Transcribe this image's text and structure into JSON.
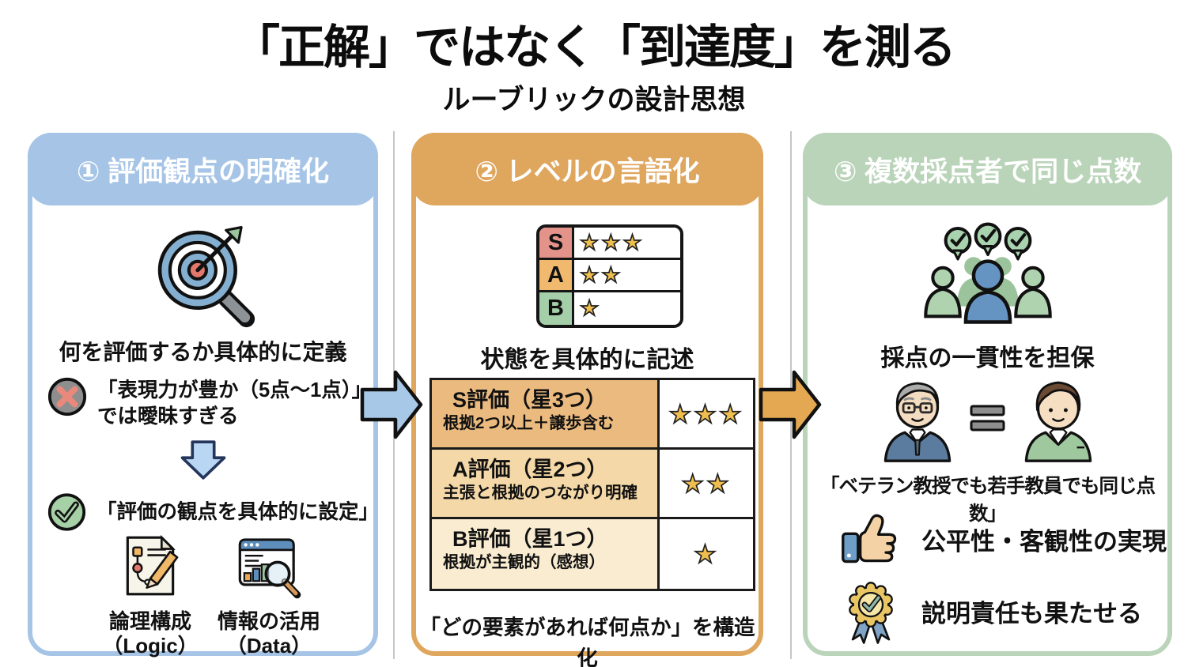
{
  "title": "「正解」ではなく「到達度」を測る",
  "subtitle": "ルーブリックの設計思想",
  "colors": {
    "panel1_accent": "#A6C4E6",
    "panel2_accent": "#DFA65E",
    "panel3_accent": "#BAD4BA",
    "star": "#EFBE4F",
    "grade_s": "#E3938A",
    "grade_a": "#F0B96E",
    "grade_b": "#A5CFA9",
    "rubric_row_s": "#EBBA7F",
    "rubric_row_a": "#F4D8A7",
    "rubric_row_b": "#F9ECD1",
    "arrow_blue": "#A8C8E8",
    "arrow_orange": "#E5A852"
  },
  "panel1": {
    "header": "① 評価観点の明確化",
    "icon": "target-magnifier-icon",
    "definition": "何を評価するか具体的に定義",
    "bad_line1": "「表現力が豊か（5点〜1点）」",
    "bad_line2": "では曖昧すぎる",
    "good": "「評価の観点を具体的に設定」",
    "criteria": [
      {
        "icon": "logic-document-icon",
        "label": "論理構成",
        "sublabel": "（Logic）"
      },
      {
        "icon": "data-chart-icon",
        "label": "情報の活用",
        "sublabel": "（Data）"
      }
    ]
  },
  "panel2": {
    "header": "② レベルの言語化",
    "mini_table": [
      {
        "grade": "S",
        "stars": 3
      },
      {
        "grade": "A",
        "stars": 2
      },
      {
        "grade": "B",
        "stars": 1
      }
    ],
    "describe": "状態を具体的に記述",
    "rubric_rows": [
      {
        "title": "S評価（星3つ）",
        "desc": "根拠2つ以上＋譲歩含む",
        "stars": 3
      },
      {
        "title": "A評価（星2つ）",
        "desc": "主張と根拠のつながり明確",
        "stars": 2
      },
      {
        "title": "B評価（星1つ）",
        "desc": "根拠が主観的（感想）",
        "stars": 1
      }
    ],
    "caption": "「どの要素があれば何点か」を構造化"
  },
  "panel3": {
    "header": "③ 複数採点者で同じ点数",
    "icon": "graders-group-icon",
    "consistency": "採点の一貫性を担保",
    "quote": "「ベテラン教授でも若手教員でも同じ点数」",
    "benefits": [
      {
        "icon": "thumbs-up-icon",
        "label": "公平性・客観性の実現"
      },
      {
        "icon": "medal-check-icon",
        "label": "説明責任も果たせる"
      }
    ]
  }
}
